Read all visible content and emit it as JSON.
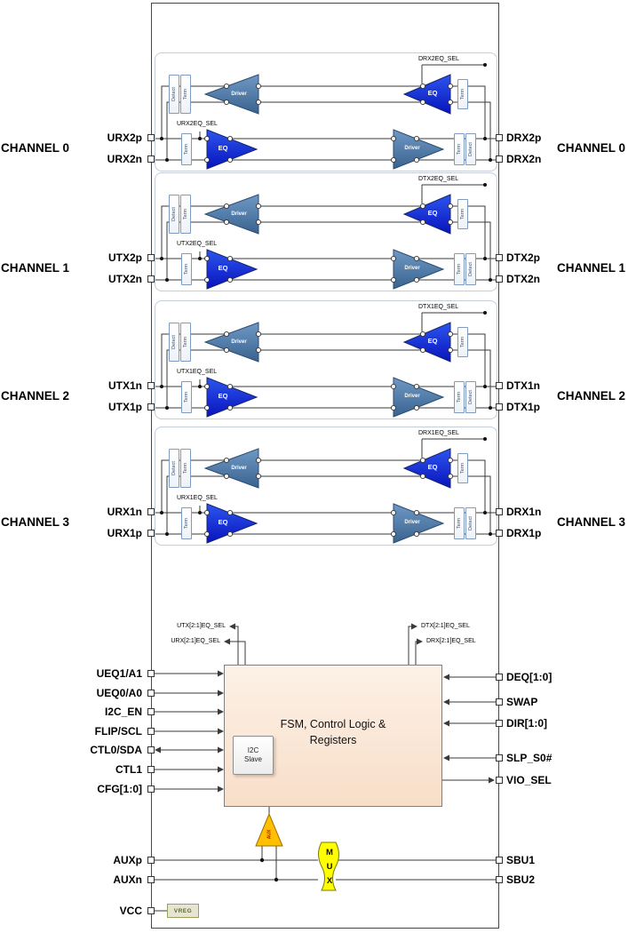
{
  "colors": {
    "eq_fill": "#1b35e0",
    "driver_fill": "#4d7aa8",
    "aux_fill": "#ffc000",
    "mux_fill": "#ffff00",
    "fsm_fill": "#f8dec8",
    "wire": "#3a3a3a"
  },
  "block_labels": {
    "detect": "Detect",
    "term": "Term",
    "eq": "EQ",
    "driver": "Driver"
  },
  "channels": [
    {
      "left_label": "CHANNEL 0",
      "right_label": "CHANNEL 0",
      "top_eq_sel": "DRX2EQ_SEL",
      "bottom_eq_sel": "URX2EQ_SEL",
      "left_pins": [
        "URX2p",
        "URX2n"
      ],
      "right_pins": [
        "DRX2p",
        "DRX2n"
      ]
    },
    {
      "left_label": "CHANNEL 1",
      "right_label": "CHANNEL 1",
      "top_eq_sel": "DTX2EQ_SEL",
      "bottom_eq_sel": "UTX2EQ_SEL",
      "left_pins": [
        "UTX2p",
        "UTX2n"
      ],
      "right_pins": [
        "DTX2p",
        "DTX2n"
      ]
    },
    {
      "left_label": "CHANNEL 2",
      "right_label": "CHANNEL 2",
      "top_eq_sel": "DTX1EQ_SEL",
      "bottom_eq_sel": "UTX1EQ_SEL",
      "left_pins": [
        "UTX1n",
        "UTX1p"
      ],
      "right_pins": [
        "DTX1n",
        "DTX1p"
      ]
    },
    {
      "left_label": "CHANNEL 3",
      "right_label": "CHANNEL 3",
      "top_eq_sel": "DRX1EQ_SEL",
      "bottom_eq_sel": "URX1EQ_SEL",
      "left_pins": [
        "URX1n",
        "URX1p"
      ],
      "right_pins": [
        "DRX1n",
        "DRX1p"
      ]
    }
  ],
  "control": {
    "top_signals_left": [
      "UTX[2:1]EQ_SEL",
      "URX[2:1]EQ_SEL"
    ],
    "top_signals_right": [
      "DTX[2:1]EQ_SEL",
      "DRX[2:1]EQ_SEL"
    ],
    "fsm_line1": "FSM, Control Logic &",
    "fsm_line2": "Registers",
    "i2c_line1": "I2C",
    "i2c_line2": "Slave",
    "left_pins": [
      "UEQ1/A1",
      "UEQ0/A0",
      "I2C_EN",
      "FLIP/SCL",
      "CTL0/SDA",
      "CTL1",
      "CFG[1:0]"
    ],
    "right_pins": [
      "DEQ[1:0]",
      "SWAP",
      "DIR[1:0]",
      "SLP_S0#",
      "VIO_SEL"
    ],
    "aux_label": "AUX",
    "mux_letters": [
      "M",
      "U",
      "X"
    ],
    "aux_pins": [
      "AUXp",
      "AUXn"
    ],
    "sbu_pins": [
      "SBU1",
      "SBU2"
    ],
    "vcc_label": "VCC",
    "vreg_label": "VREG"
  }
}
